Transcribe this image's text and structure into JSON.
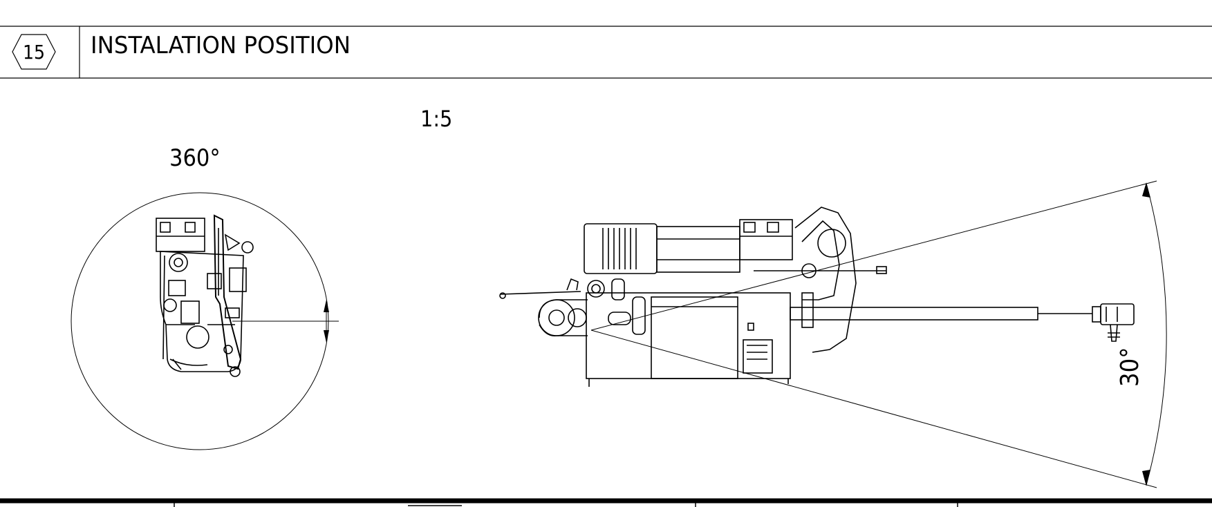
{
  "header": {
    "section_number": "15",
    "title": "INSTALATION POSITION"
  },
  "scale_label": "1:5",
  "left_view": {
    "rotation_label": "360°"
  },
  "right_view": {
    "tilt_label": "30°"
  }
}
